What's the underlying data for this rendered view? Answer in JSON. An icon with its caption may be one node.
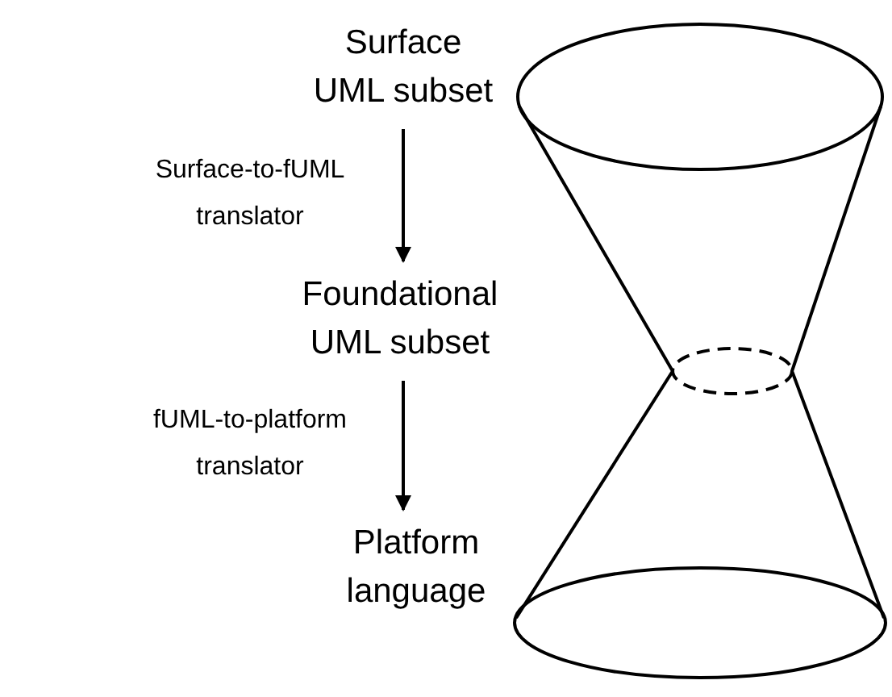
{
  "diagram": {
    "nodes": [
      {
        "text": [
          "Surface UML subset"
        ]
      },
      {
        "text": [
          "Foundational UML subset"
        ]
      },
      {
        "text": [
          "Platform language"
        ]
      }
    ],
    "edges": [
      {
        "from": 0,
        "to": 1,
        "arrow": "to",
        "label": "Surface-to-fUML translator"
      },
      {
        "from": 1,
        "to": 2,
        "arrow": "to",
        "label": "fUML-to-platform translator"
      }
    ]
  }
}
